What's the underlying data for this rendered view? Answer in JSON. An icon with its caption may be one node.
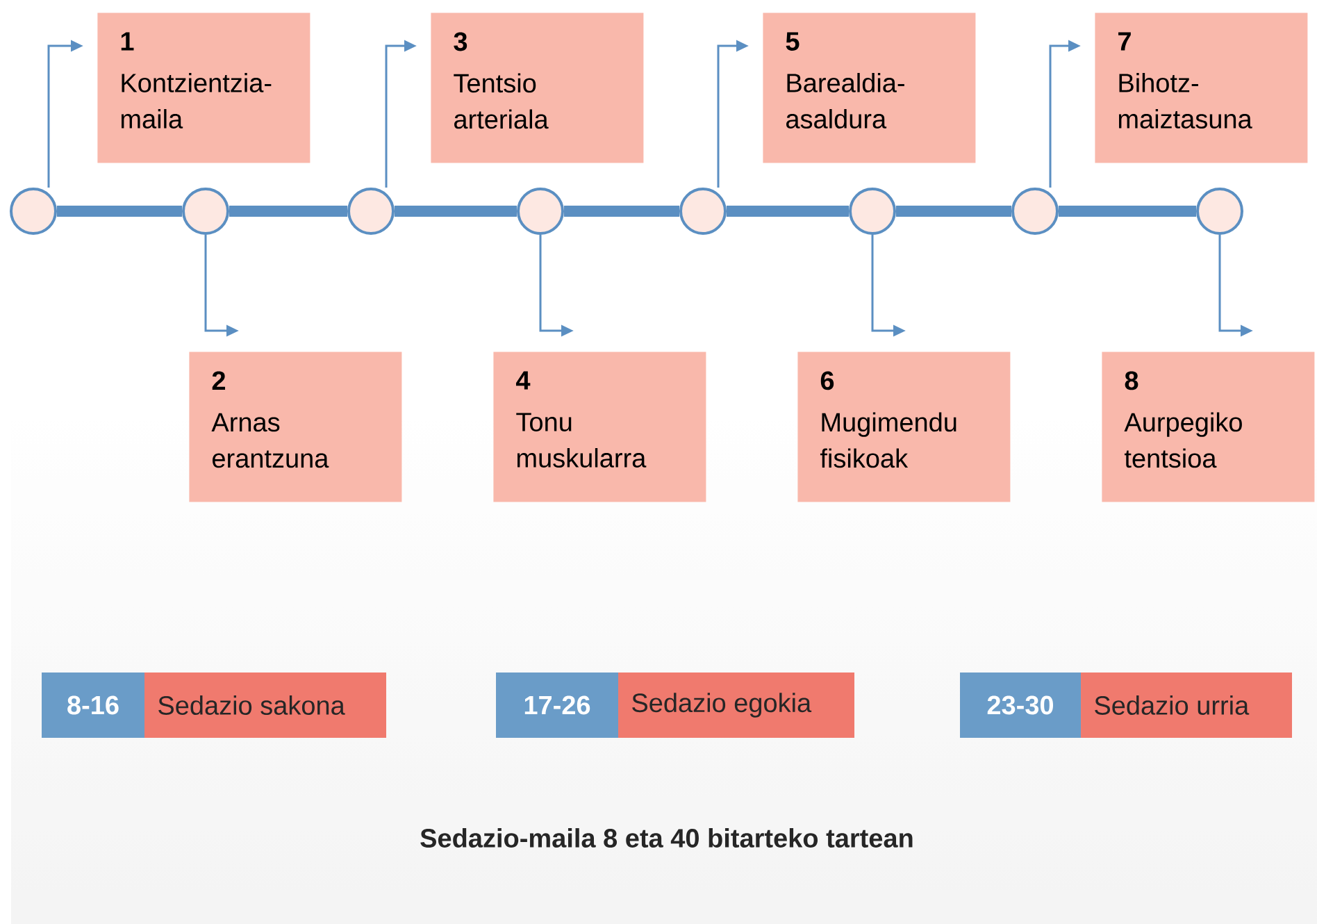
{
  "diagram": {
    "caption": "Sedazio-maila 8 eta 40 bitarteko tartean",
    "nodes": [
      {
        "text": [
          "1",
          "Kontzientzia-maila"
        ]
      },
      {
        "text": [
          "2",
          "Arnas erantzuna"
        ]
      },
      {
        "text": [
          "3",
          "Tentsio arteriala"
        ]
      },
      {
        "text": [
          "4",
          "Tonu muskularra"
        ]
      },
      {
        "text": [
          "5",
          "Barealdia-asaldura"
        ]
      },
      {
        "text": [
          "6",
          "Mugimendu fisikoak"
        ]
      },
      {
        "text": [
          "7",
          "Bihotz-maiztasuna"
        ]
      },
      {
        "text": [
          "8",
          "Aurpegiko tentsioa"
        ]
      },
      {
        "text": [],
        "shape": "circle"
      },
      {
        "text": [],
        "shape": "circle"
      },
      {
        "text": [],
        "shape": "circle"
      },
      {
        "text": [],
        "shape": "circle"
      },
      {
        "text": [],
        "shape": "circle"
      },
      {
        "text": [],
        "shape": "circle"
      },
      {
        "text": [],
        "shape": "circle"
      },
      {
        "text": [],
        "shape": "circle"
      },
      {
        "text": [
          "8-16",
          "Sedazio sakona"
        ]
      },
      {
        "text": [
          "17-26",
          "Sedazio egokia"
        ]
      },
      {
        "text": [
          "23-30",
          "Sedazio urria"
        ]
      }
    ],
    "edges": [
      {
        "from": 8,
        "to": 0,
        "arrow": "to"
      },
      {
        "from": 9,
        "to": 1,
        "arrow": "to"
      },
      {
        "from": 10,
        "to": 2,
        "arrow": "to"
      },
      {
        "from": 11,
        "to": 3,
        "arrow": "to"
      },
      {
        "from": 12,
        "to": 4,
        "arrow": "to"
      },
      {
        "from": 13,
        "to": 5,
        "arrow": "to"
      },
      {
        "from": 14,
        "to": 6,
        "arrow": "to"
      },
      {
        "from": 15,
        "to": 7,
        "arrow": "to"
      },
      {
        "from": 8,
        "to": 9,
        "arrow": "none",
        "style": "thick"
      },
      {
        "from": 9,
        "to": 10,
        "arrow": "none",
        "style": "thick"
      },
      {
        "from": 10,
        "to": 11,
        "arrow": "none",
        "style": "thick"
      },
      {
        "from": 11,
        "to": 12,
        "arrow": "none",
        "style": "thick"
      },
      {
        "from": 12,
        "to": 13,
        "arrow": "none",
        "style": "thick"
      },
      {
        "from": 13,
        "to": 14,
        "arrow": "none",
        "style": "thick"
      },
      {
        "from": 14,
        "to": 15,
        "arrow": "none",
        "style": "thick"
      }
    ]
  }
}
